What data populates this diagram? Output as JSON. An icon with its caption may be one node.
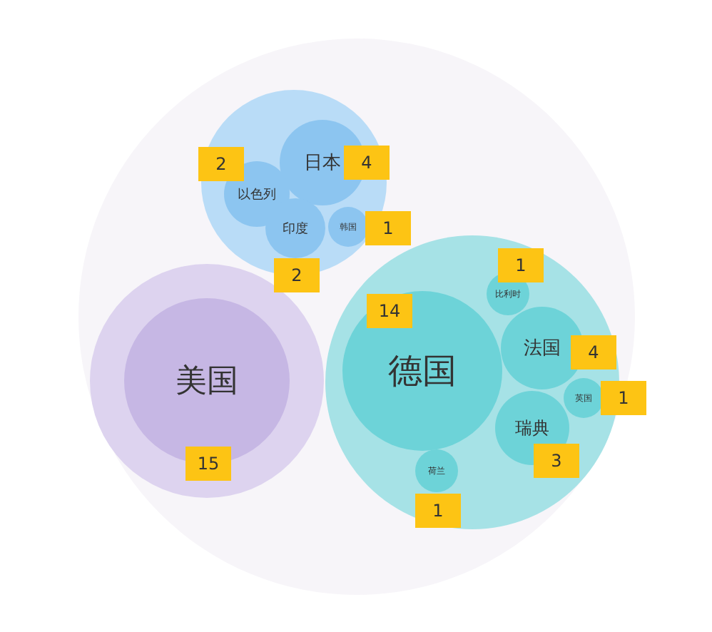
{
  "diagram": {
    "nodes": [
      {
        "text": [],
        "shape": "circle"
      },
      {
        "text": [],
        "shape": "circle",
        "in": 0
      },
      {
        "text": [
          "日本"
        ],
        "in": 1
      },
      {
        "text": [
          "以色列"
        ],
        "in": 1
      },
      {
        "text": [
          "印度"
        ],
        "in": 1
      },
      {
        "text": [
          "韩国"
        ],
        "in": 1
      },
      {
        "text": [],
        "shape": "circle",
        "in": 0
      },
      {
        "text": [
          "美国"
        ],
        "in": 6
      },
      {
        "text": [],
        "shape": "circle",
        "in": 0
      },
      {
        "text": [
          "德国"
        ],
        "in": 8
      },
      {
        "text": [
          "比利时"
        ],
        "in": 8
      },
      {
        "text": [
          "法国"
        ],
        "in": 8
      },
      {
        "text": [
          "英国"
        ],
        "in": 8
      },
      {
        "text": [
          "瑞典"
        ],
        "in": 8
      },
      {
        "text": [
          "荷兰"
        ],
        "in": 8
      }
    ],
    "labels": [
      "2",
      "4",
      "1",
      "2",
      "1",
      "14",
      "4",
      "1",
      "15",
      "3",
      "1"
    ]
  }
}
